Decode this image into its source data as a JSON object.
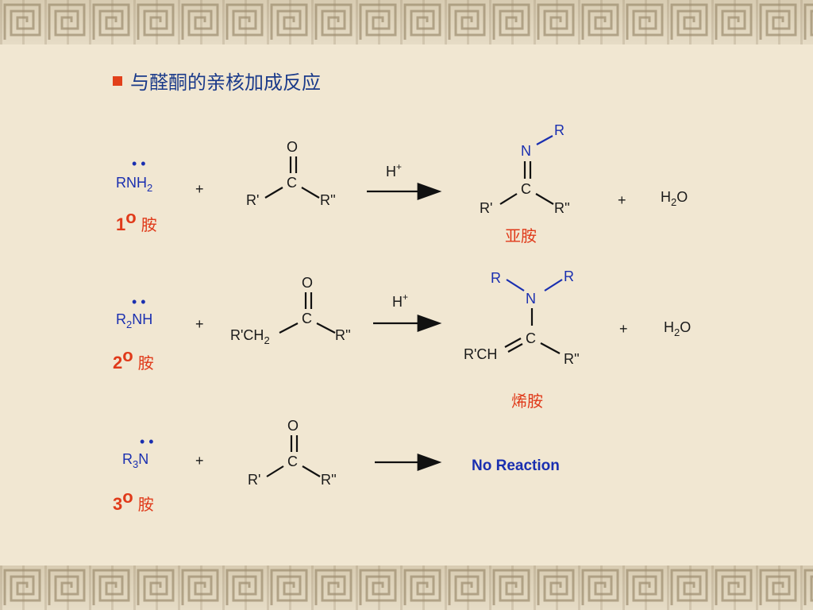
{
  "title": "与醛酮的亲核加成反应",
  "plus": "+",
  "acid": "H",
  "acid_charge": "+",
  "water": {
    "h": "H",
    "sub": "2",
    "o": "O"
  },
  "carbonyl": {
    "o": "O",
    "c": "C",
    "r1": "R'",
    "r2": "R''",
    "r1ch2": "R'CH",
    "r1ch2_sub": "2"
  },
  "dots": "• •",
  "rows": [
    {
      "amine_pre": "RNH",
      "amine_sub": "2",
      "amine_post": "",
      "label_num": "1",
      "label_sup": "o",
      "label_cn": "胺",
      "product": {
        "r_top": "R",
        "n": "N",
        "c": "C",
        "r1": "R'",
        "r2": "R''",
        "name": "亚胺"
      }
    },
    {
      "amine_pre": "R",
      "amine_sub": "2",
      "amine_post": "NH",
      "label_num": "2",
      "label_sup": "o",
      "label_cn": "胺",
      "product": {
        "r_left": "R",
        "r_right": "R",
        "n": "N",
        "c": "C",
        "r1": "R'CH",
        "r2": "R''",
        "name": "烯胺"
      }
    },
    {
      "amine_pre": "R",
      "amine_sub": "3",
      "amine_post": "N",
      "label_num": "3",
      "label_sup": "o",
      "label_cn": "胺",
      "result": "No Reaction"
    }
  ],
  "colors": {
    "blue": "#1a2fb0",
    "red": "#e03a1a",
    "title": "#1a3a8a",
    "background": "#f1e7d2"
  }
}
